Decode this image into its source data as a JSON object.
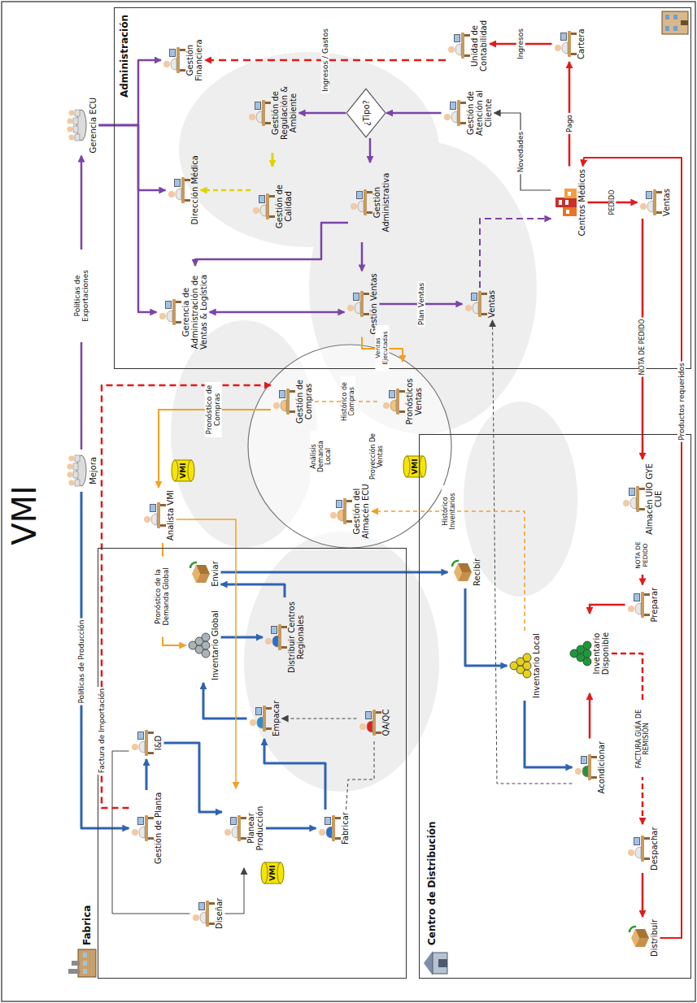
{
  "diagram": {
    "title": "VMI",
    "nodes": [
      {
        "text": [
          "Fabrica"
        ]
      },
      {
        "text": [
          "Gestión de Planta"
        ],
        "in": 0
      },
      {
        "text": [
          "I&D"
        ],
        "in": 0
      },
      {
        "text": [
          "Diseñar"
        ],
        "in": 0
      },
      {
        "text": [
          "Planear Producción"
        ],
        "in": 0
      },
      {
        "text": [
          "Fabricar"
        ],
        "in": 0
      },
      {
        "text": [
          "QA/QC"
        ],
        "in": 0
      },
      {
        "text": [
          "Empacar"
        ],
        "in": 0
      },
      {
        "text": [
          "Inventario Global"
        ],
        "in": 0
      },
      {
        "text": [
          "Distribuir Centros Regionales"
        ],
        "in": 0
      },
      {
        "text": [
          "Enviar"
        ],
        "in": 0
      },
      {
        "text": [
          "Centro de Distribución"
        ]
      },
      {
        "text": [
          "Recibir"
        ],
        "in": 11
      },
      {
        "text": [
          "Inventario Local"
        ],
        "in": 11
      },
      {
        "text": [
          "Acondicionar"
        ],
        "in": 11
      },
      {
        "text": [
          "Inventario Disponible"
        ],
        "in": 11
      },
      {
        "text": [
          "Preparar"
        ],
        "in": 11
      },
      {
        "text": [
          "Almacén UIO GYE CUE"
        ],
        "in": 11
      },
      {
        "text": [
          "Despachar"
        ],
        "in": 11
      },
      {
        "text": [
          "Distribuir"
        ],
        "in": 11
      },
      {
        "text": [
          "Mejora"
        ]
      },
      {
        "text": [
          "Analista VMI"
        ]
      },
      {
        "text": [
          "Gestión de Compras"
        ]
      },
      {
        "text": [
          "Pronósticos Ventas"
        ]
      },
      {
        "text": [
          "Gestión del Almacén ECU"
        ]
      },
      {
        "text": [
          "Gerencia ECU"
        ]
      },
      {
        "text": [
          "Administración"
        ]
      },
      {
        "text": [
          "Gerencia de Administración de Ventas & Logística"
        ],
        "in": 26
      },
      {
        "text": [
          "Dirección Médica"
        ],
        "in": 26
      },
      {
        "text": [
          "Gestión Financiera"
        ],
        "in": 26
      },
      {
        "text": [
          "Gestión de Calidad"
        ],
        "in": 26
      },
      {
        "text": [
          "Gestión de Regulación & Ambiente"
        ],
        "in": 26
      },
      {
        "text": [
          "¿Tipo?"
        ],
        "in": 26
      },
      {
        "text": [
          "Gestión Administrativa"
        ],
        "in": 26
      },
      {
        "text": [
          "Gestión Ventas"
        ],
        "in": 26
      },
      {
        "text": [
          "Gestión de Atención al Cliente"
        ],
        "in": 26
      },
      {
        "text": [
          "Unidad de Contabilidad"
        ],
        "in": 26
      },
      {
        "text": [
          "Cartera"
        ],
        "in": 26
      },
      {
        "text": [
          "Centros Médicos"
        ],
        "in": 26
      },
      {
        "text": [
          "Ventas"
        ],
        "in": 26
      },
      {
        "text": [
          "Ventas"
        ],
        "in": 26
      }
    ],
    "edges": [
      {
        "from": 20,
        "to": 25,
        "label": "Políticas de Exportaciones",
        "arrow": "to"
      },
      {
        "from": 20,
        "to": 1,
        "label": "Políticas de Producción",
        "arrow": "to"
      },
      {
        "from": 1,
        "to": 2,
        "arrow": "to"
      },
      {
        "from": 2,
        "to": 3,
        "arrow": "none"
      },
      {
        "from": 3,
        "to": 4,
        "arrow": "to"
      },
      {
        "from": 2,
        "to": 4,
        "arrow": "to"
      },
      {
        "from": 4,
        "to": 5,
        "arrow": "to"
      },
      {
        "from": 5,
        "to": 6,
        "arrow": "none"
      },
      {
        "from": 6,
        "to": 7,
        "arrow": "to"
      },
      {
        "from": 5,
        "to": 7,
        "arrow": "to"
      },
      {
        "from": 7,
        "to": 8,
        "arrow": "to"
      },
      {
        "from": 8,
        "to": 9,
        "arrow": "to"
      },
      {
        "from": 9,
        "to": 10,
        "arrow": "to"
      },
      {
        "from": 10,
        "to": 12,
        "arrow": "to"
      },
      {
        "from": 12,
        "to": 13,
        "arrow": "to"
      },
      {
        "from": 13,
        "to": 14,
        "arrow": "to"
      },
      {
        "from": 14,
        "to": 15,
        "arrow": "to"
      },
      {
        "from": 17,
        "to": 16,
        "label": "NOTA DE PEDIDO",
        "arrow": "to"
      },
      {
        "from": 16,
        "to": 15,
        "arrow": "to"
      },
      {
        "from": 15,
        "to": 18,
        "label": "FACTURA GUÍA DE REMISIÓN",
        "arrow": "to"
      },
      {
        "from": 18,
        "to": 19,
        "arrow": "to"
      },
      {
        "from": 19,
        "to": 38,
        "label": "Productos requeridos",
        "arrow": "to"
      },
      {
        "from": 38,
        "to": 40,
        "label": "PEDIDO",
        "arrow": "to"
      },
      {
        "from": 40,
        "to": 17,
        "label": "NOTA DE PEDIDO",
        "arrow": "to"
      },
      {
        "from": 14,
        "to": 39,
        "arrow": "to"
      },
      {
        "from": 1,
        "to": 22,
        "label": "Factura de Importación",
        "arrow": "to"
      },
      {
        "from": 22,
        "to": 21,
        "label": "Pronóstico de Compras",
        "arrow": "to"
      },
      {
        "from": 21,
        "to": 8,
        "label": "Pronóstico de la Demanda Global",
        "arrow": "to"
      },
      {
        "from": 21,
        "to": 4,
        "arrow": "to"
      },
      {
        "from": 24,
        "to": 22,
        "label": "Análisis Demanda Local",
        "arrow": "none"
      },
      {
        "from": 22,
        "to": 23,
        "label": "Histórico de Compras",
        "arrow": "none"
      },
      {
        "from": 24,
        "to": 23,
        "label": "Proyección De Ventas",
        "arrow": "none"
      },
      {
        "from": 13,
        "to": 24,
        "label": "Histórico Inventarios",
        "arrow": "to"
      },
      {
        "from": 34,
        "to": 23,
        "label": "Ventas Ejecutadas",
        "arrow": "to"
      },
      {
        "from": 25,
        "to": 27,
        "arrow": "to"
      },
      {
        "from": 25,
        "to": 28,
        "arrow": "to"
      },
      {
        "from": 25,
        "to": 29,
        "arrow": "to"
      },
      {
        "from": 34,
        "to": 27,
        "arrow": "both"
      },
      {
        "from": 33,
        "to": 34,
        "arrow": "to"
      },
      {
        "from": 33,
        "to": 27,
        "arrow": "to"
      },
      {
        "from": 32,
        "to": 33,
        "arrow": "to"
      },
      {
        "from": 32,
        "to": 31,
        "arrow": "to"
      },
      {
        "from": 31,
        "to": 30,
        "arrow": "to"
      },
      {
        "from": 30,
        "to": 28,
        "arrow": "to"
      },
      {
        "from": 35,
        "to": 32,
        "arrow": "to"
      },
      {
        "from": 38,
        "to": 35,
        "label": "Novedades",
        "arrow": "to"
      },
      {
        "from": 38,
        "to": 37,
        "label": "Pago",
        "arrow": "to"
      },
      {
        "from": 37,
        "to": 36,
        "label": "Ingresos",
        "arrow": "to"
      },
      {
        "from": 36,
        "to": 29,
        "label": "Ingresos / Gastos",
        "arrow": "to"
      },
      {
        "from": 34,
        "to": 39,
        "label": "Plan Ventas",
        "arrow": "to"
      },
      {
        "from": 39,
        "to": 38,
        "arrow": "to"
      }
    ],
    "labels": [
      "VMI",
      "VMI",
      "VMI"
    ]
  }
}
